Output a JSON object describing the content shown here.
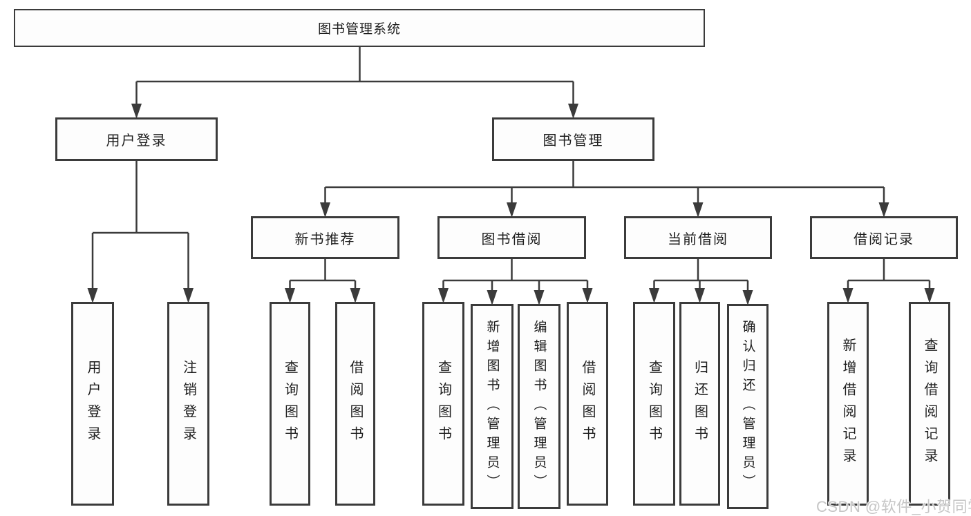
{
  "tree": {
    "label": "图书管理系统",
    "children": [
      {
        "label": "用户登录",
        "children": [
          {
            "label": "用户登录"
          },
          {
            "label": "注销登录"
          }
        ]
      },
      {
        "label": "图书管理",
        "children": [
          {
            "label": "新书推荐",
            "children": [
              {
                "label": "查询图书"
              },
              {
                "label": "借阅图书"
              }
            ]
          },
          {
            "label": "图书借阅",
            "children": [
              {
                "label": "查询图书"
              },
              {
                "label": "新增图书（管理员）"
              },
              {
                "label": "编辑图书（管理员）"
              },
              {
                "label": "借阅图书"
              }
            ]
          },
          {
            "label": "当前借阅",
            "children": [
              {
                "label": "查询图书"
              },
              {
                "label": "归还图书"
              },
              {
                "label": "确认归还（管理员）"
              }
            ]
          },
          {
            "label": "借阅记录",
            "children": [
              {
                "label": "新增借阅记录"
              },
              {
                "label": "查询借阅记录"
              }
            ]
          }
        ]
      }
    ]
  },
  "watermark": {
    "text": "CSDN @软件_小贺同学"
  },
  "colors": {
    "line": "#3b3b3b",
    "text": "#1e1e1e",
    "box_background": "#fdfdfd",
    "watermark": "#c6c6c6",
    "background": "#ffffff"
  }
}
